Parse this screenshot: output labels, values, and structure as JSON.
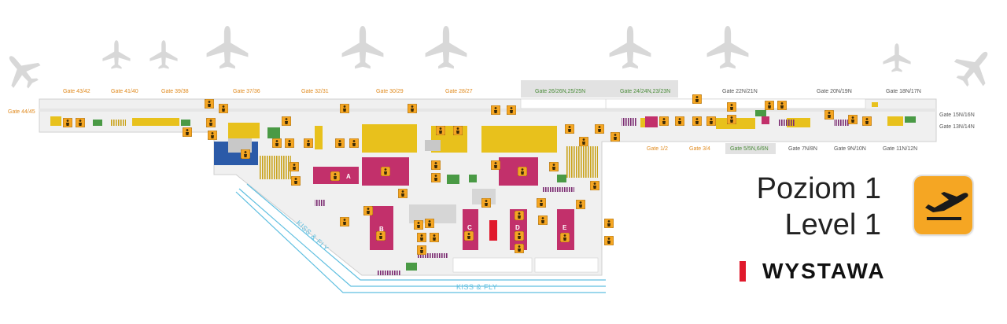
{
  "map": {
    "gates_top_left": [
      "Gate 43/42",
      "Gate 41/40",
      "Gate 39/38",
      "Gate 37/36",
      "Gate 32/31",
      "Gate 30/29",
      "Gate 28/27"
    ],
    "gates_top_green": [
      "Gate 26/26N,25/25N",
      "Gate 24/24N,23/23N"
    ],
    "gates_top_right": [
      "Gate 22N/21N",
      "Gate 20N/19N",
      "Gate 18N/17N"
    ],
    "gate_left": "Gate 44/45",
    "gates_right_side": [
      "Gate 15N/16N",
      "Gate 13N/14N"
    ],
    "gates_bottom_orange": [
      "Gate 1/2",
      "Gate 3/4"
    ],
    "gate_bottom_green": "Gate 5/5N,6/6N",
    "gates_bottom_gray": [
      "Gate 7N/8N",
      "Gate 9N/10N",
      "Gate 11N/12N"
    ],
    "kiss_and_fly": [
      "KISS & FLY",
      "KISS & FLY"
    ],
    "zones": [
      "A",
      "B",
      "C",
      "D",
      "E"
    ],
    "plane_icons": [
      "airplane-icon"
    ],
    "service_icons": [
      "info-icon",
      "wheelchair-icon",
      "toilet-icon",
      "elevator-icon",
      "escalator-icon",
      "stairs-icon",
      "shop-icon",
      "restaurant-icon",
      "baby-care-icon"
    ]
  },
  "level": {
    "title_pl": "Poziom 1",
    "title_en": "Level 1",
    "badge_icon": "departures-icon"
  },
  "legend": {
    "label": "WYSTAWA",
    "color": "#e0192c"
  },
  "colors": {
    "shop": "#e8c11c",
    "zone": "#c2306b",
    "service": "#4a9a45",
    "security": "#2b5aa8",
    "plane": "#d8d8d8",
    "exhibit": "#e0192c"
  }
}
